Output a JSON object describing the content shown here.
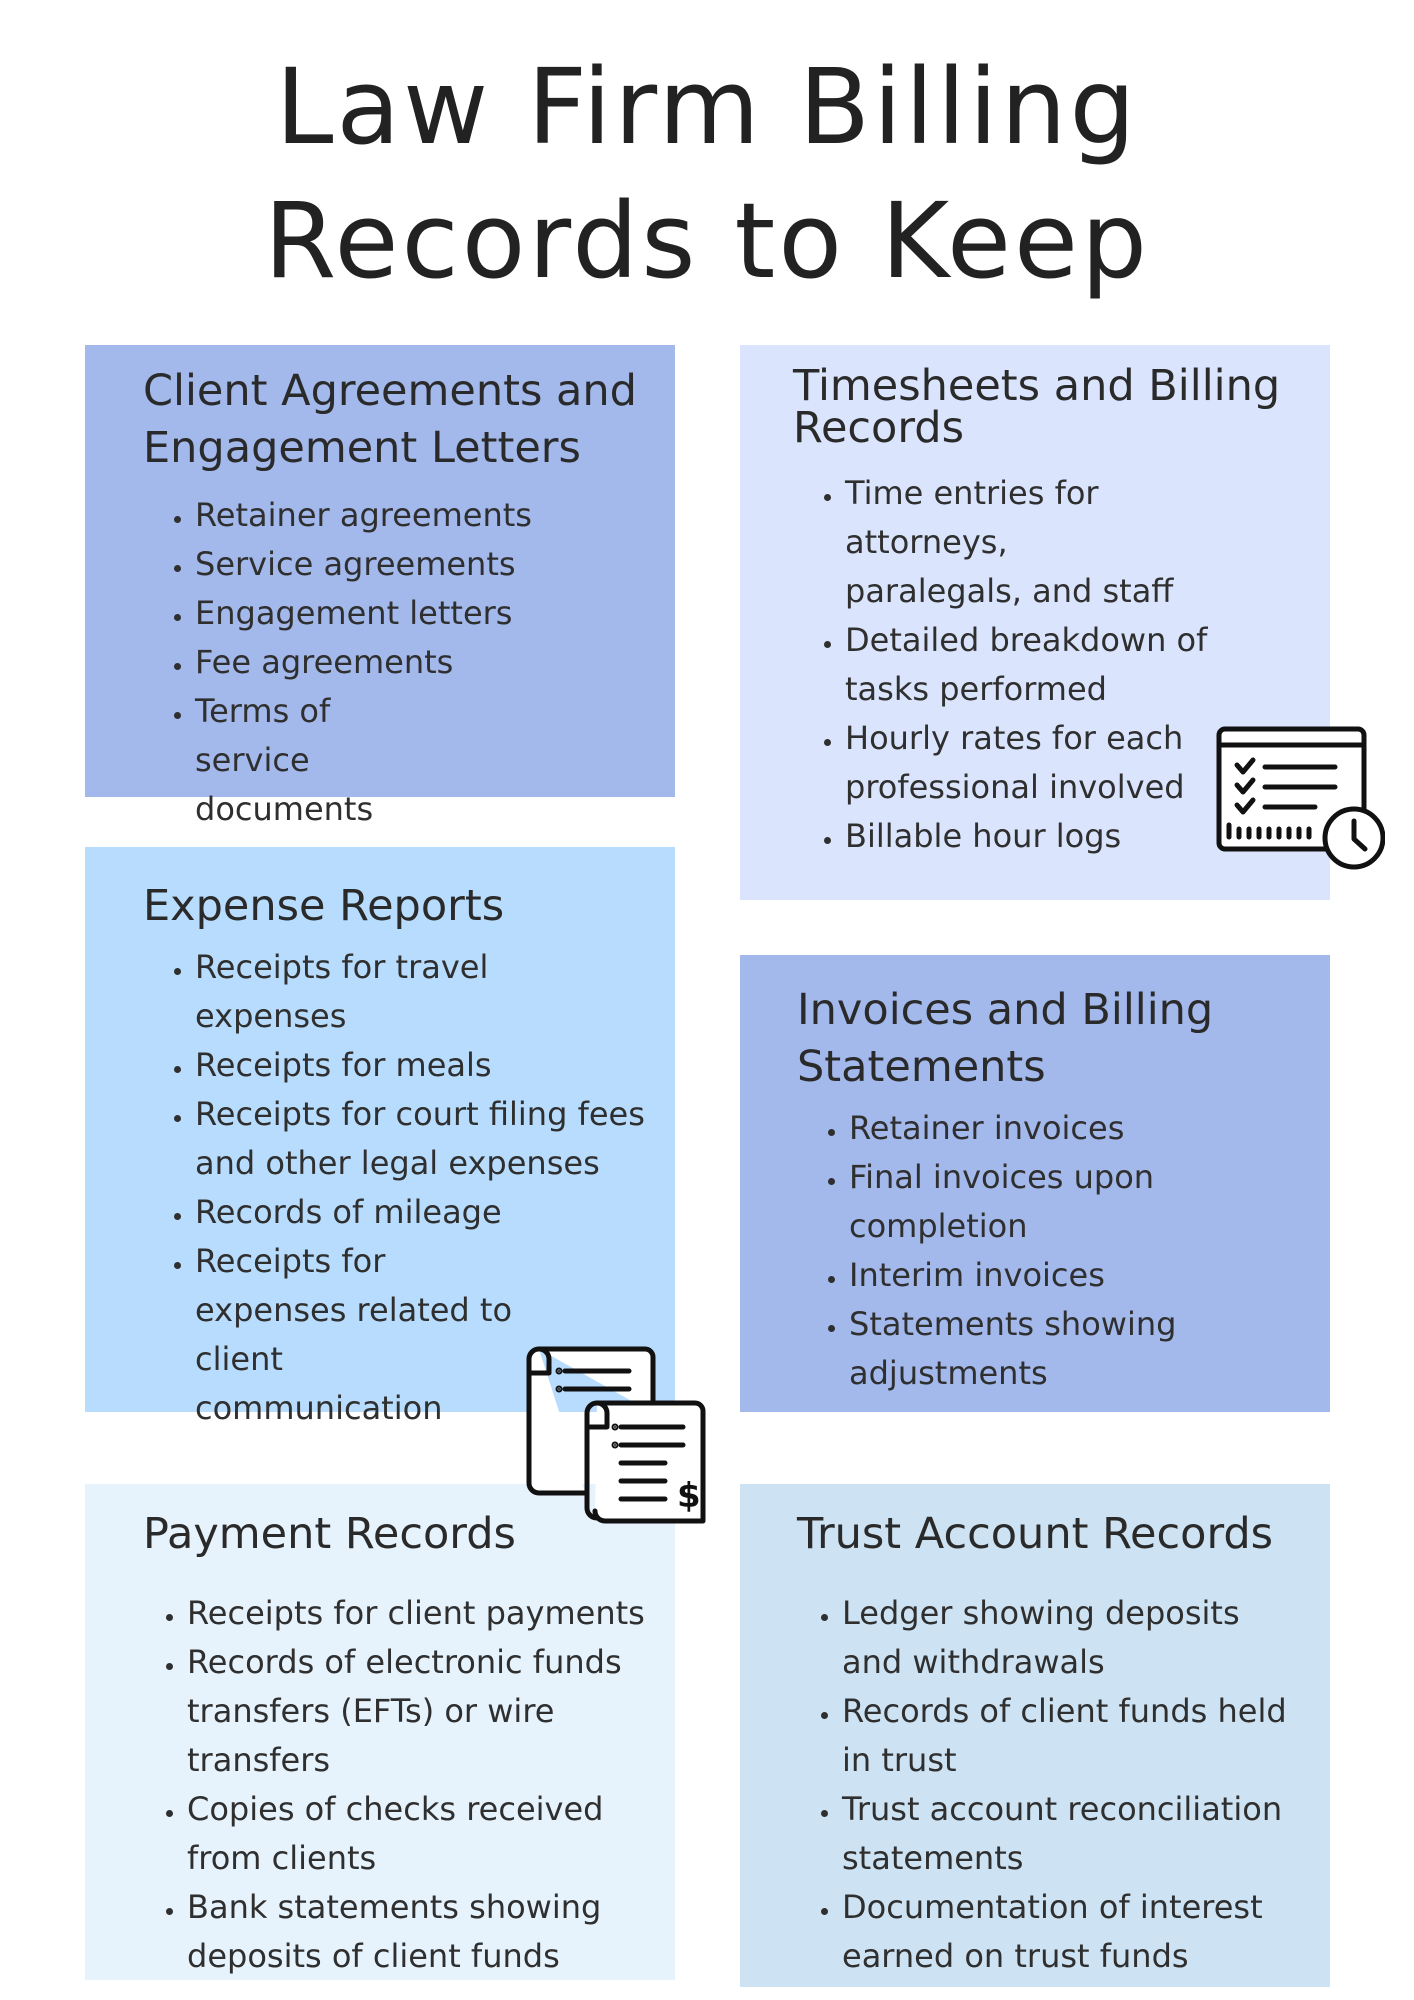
{
  "title": {
    "line1": "Law Firm Billing",
    "line2": "Records to Keep"
  },
  "sections": {
    "agreements": {
      "heading_line1": "Client Agreements and",
      "heading_line2": "Engagement Letters",
      "items": [
        "Retainer agreements",
        "Service agreements",
        "Engagement letters",
        "Fee agreements",
        "Terms of service documents"
      ],
      "background": "#a3b9ec"
    },
    "timesheets": {
      "heading_line1": "Timesheets and Billing",
      "heading_line2": "Records",
      "items": [
        "Time entries for attorneys, paralegals, and staff",
        "Detailed breakdown of tasks performed",
        "Hourly rates for each professional involved",
        "Billable hour logs"
      ],
      "background": "#dae5fd",
      "icon": "timesheet-clock-icon"
    },
    "expenses": {
      "heading": "Expense Reports",
      "items": [
        "Receipts for travel expenses",
        "Receipts for meals",
        "Receipts for court filing fees and other legal expenses",
        "Records of mileage",
        "Receipts for expenses related to client communication"
      ],
      "background": "#b7dcfd",
      "icon": "receipts-icon"
    },
    "invoices": {
      "heading_line1": "Invoices and Billing",
      "heading_line2": "Statements",
      "items": [
        "Retainer invoices",
        "Final invoices upon completion",
        "Interim invoices",
        "Statements showing adjustments"
      ],
      "background": "#a3b9ec"
    },
    "payments": {
      "heading": "Payment Records",
      "items": [
        "Receipts for client payments",
        "Records of electronic funds transfers (EFTs) or wire transfers",
        "Copies of checks received from clients",
        "Bank statements showing deposits of client funds"
      ],
      "background": "#e6f3fd"
    },
    "trust": {
      "heading": "Trust Account Records",
      "items": [
        "Ledger showing deposits and withdrawals",
        "Records of client funds held in trust",
        "Trust account reconciliation statements",
        "Documentation of interest earned on trust funds"
      ],
      "background": "#cde3f3"
    }
  }
}
